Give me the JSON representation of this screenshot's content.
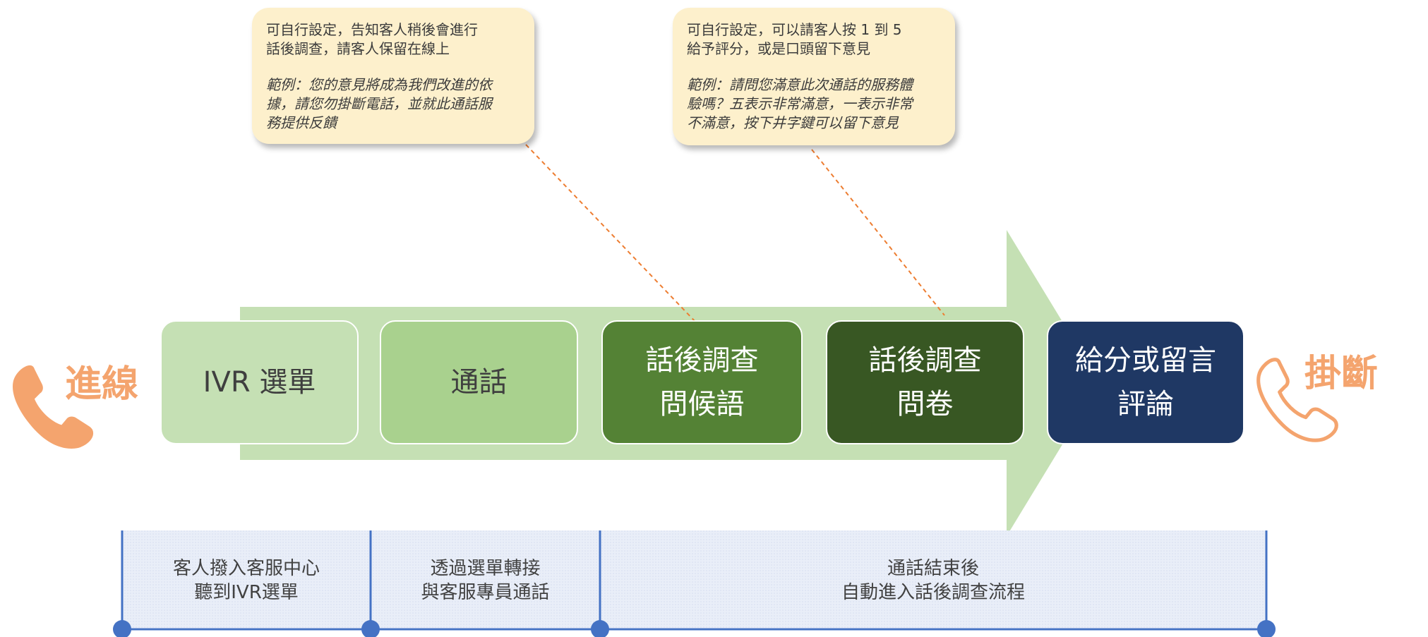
{
  "callouts": [
    {
      "lines": [
        "可自行設定，告知客人稍後會進行",
        "話後調查，請客人保留在線上"
      ],
      "example_lines": [
        "範例：您的意見將成為我們改進的依",
        "據，請您勿掛斷電話，並就此通話服",
        "務提供反饋"
      ]
    },
    {
      "lines": [
        "可自行設定，可以請客人按 1 到 5",
        "給予評分，或是口頭留下意見"
      ],
      "example_lines": [
        "範例：請問您滿意此次通話的服務體",
        "驗嗎？五表示非常滿意，一表示非常",
        "不滿意，按下井字鍵可以留下意見"
      ]
    }
  ],
  "start_label": "進線",
  "end_label": "掛斷",
  "steps": [
    {
      "lines": [
        "IVR 選單"
      ],
      "bg": "#c5e0b4",
      "fg": "#3f3f3f"
    },
    {
      "lines": [
        "通話"
      ],
      "bg": "#a9d18e",
      "fg": "#3f3f3f"
    },
    {
      "lines": [
        "話後調查",
        "問候語"
      ],
      "bg": "#548235",
      "fg": "#ffffff"
    },
    {
      "lines": [
        "話後調查",
        "問卷"
      ],
      "bg": "#385723",
      "fg": "#ffffff"
    },
    {
      "lines": [
        "給分或留言",
        "評論"
      ],
      "bg": "#1f3864",
      "fg": "#ffffff"
    }
  ],
  "phases": [
    {
      "lines": [
        "客人撥入客服中心",
        "聽到IVR選單"
      ]
    },
    {
      "lines": [
        "透過選單轉接",
        "與客服專員通話"
      ]
    },
    {
      "lines": [
        "通話結束後",
        "自動進入話後調查流程"
      ]
    }
  ],
  "colors": {
    "arrow": "#c5e0b4",
    "phone_start": "#f4a46e",
    "phone_end": "#f4a46e",
    "leader_line": "#ed7d31",
    "timeline": "#4472c4",
    "phase_fill": "#e9eef8",
    "callout_bg": "#fdf0cc"
  },
  "icons": [
    "phone-icon",
    "phone-outline-icon"
  ]
}
